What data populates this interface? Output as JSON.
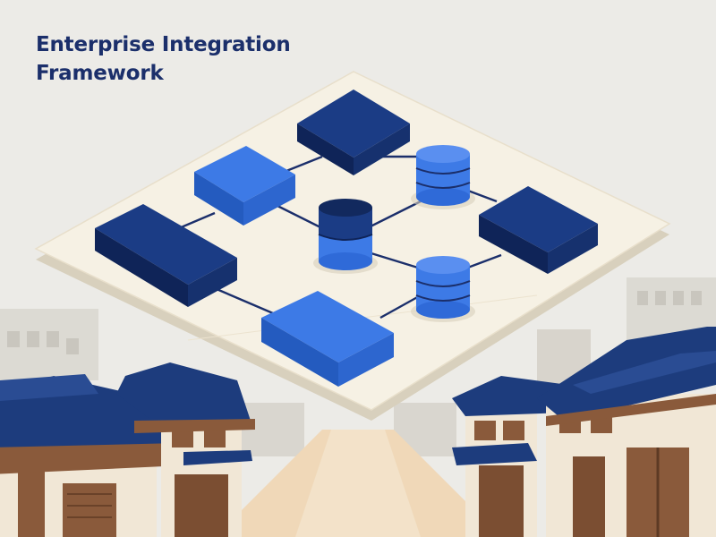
{
  "title": {
    "line1": "Enterprise Integration",
    "line2": "Framework"
  },
  "colors": {
    "background": "#ecebe7",
    "platform": "#f6f1e4",
    "navy_top": "#1b3c85",
    "bright_blue": "#3d7ae6",
    "title": "#1b2f6b",
    "roof": "#1d3c7d",
    "wood": "#8a5a3b",
    "road": "#f0d8b8"
  },
  "diagram": {
    "nodes": [
      {
        "name": "service-box-top",
        "kind": "box",
        "style": "navy"
      },
      {
        "name": "service-box-left-light",
        "kind": "box",
        "style": "bright"
      },
      {
        "name": "service-box-left-large",
        "kind": "box",
        "style": "navy"
      },
      {
        "name": "service-box-right",
        "kind": "box",
        "style": "navy"
      },
      {
        "name": "service-box-bottom-light",
        "kind": "box",
        "style": "bright"
      },
      {
        "name": "database-top",
        "kind": "database",
        "style": "bright"
      },
      {
        "name": "database-center",
        "kind": "database",
        "style": "navy-top"
      },
      {
        "name": "database-bottom",
        "kind": "database",
        "style": "bright"
      }
    ],
    "connections": [
      [
        "service-box-left-light",
        "service-box-top"
      ],
      [
        "service-box-top",
        "database-top"
      ],
      [
        "service-box-left-light",
        "database-center"
      ],
      [
        "service-box-left-large",
        "service-box-left-light"
      ],
      [
        "database-center",
        "database-top"
      ],
      [
        "database-top",
        "service-box-right"
      ],
      [
        "database-center",
        "database-bottom"
      ],
      [
        "database-bottom",
        "service-box-right"
      ],
      [
        "service-box-left-large",
        "service-box-bottom-light"
      ],
      [
        "service-box-bottom-light",
        "database-bottom"
      ]
    ]
  }
}
